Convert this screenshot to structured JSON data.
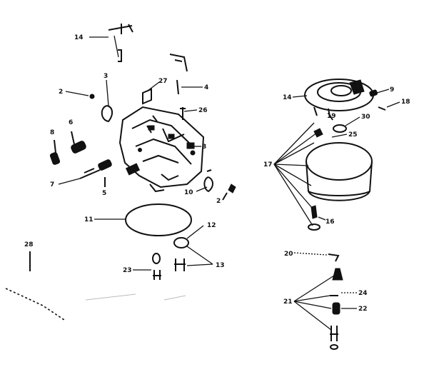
{
  "diagram": {
    "callouts": [
      {
        "id": "c14a",
        "text": "14"
      },
      {
        "id": "c2a",
        "text": "2"
      },
      {
        "id": "c3",
        "text": "3"
      },
      {
        "id": "c27",
        "text": "27"
      },
      {
        "id": "c4",
        "text": "4"
      },
      {
        "id": "c26",
        "text": "26"
      },
      {
        "id": "c8",
        "text": "8"
      },
      {
        "id": "c6",
        "text": "6"
      },
      {
        "id": "c7",
        "text": "7"
      },
      {
        "id": "c5",
        "text": "5"
      },
      {
        "id": "c3b",
        "text": "3"
      },
      {
        "id": "c10",
        "text": "10"
      },
      {
        "id": "c2b",
        "text": "2"
      },
      {
        "id": "c11",
        "text": "11"
      },
      {
        "id": "c12",
        "text": "12"
      },
      {
        "id": "c13",
        "text": "13"
      },
      {
        "id": "c23",
        "text": "23"
      },
      {
        "id": "c28",
        "text": "28"
      },
      {
        "id": "c14b",
        "text": "14"
      },
      {
        "id": "c9",
        "text": "9"
      },
      {
        "id": "c18",
        "text": "18"
      },
      {
        "id": "c19",
        "text": "19"
      },
      {
        "id": "c30",
        "text": "30"
      },
      {
        "id": "c25",
        "text": "25"
      },
      {
        "id": "c17",
        "text": "17"
      },
      {
        "id": "c16",
        "text": "16"
      },
      {
        "id": "c20",
        "text": "20"
      },
      {
        "id": "c21",
        "text": "21"
      },
      {
        "id": "c24",
        "text": "24"
      },
      {
        "id": "c22",
        "text": "22"
      }
    ]
  }
}
